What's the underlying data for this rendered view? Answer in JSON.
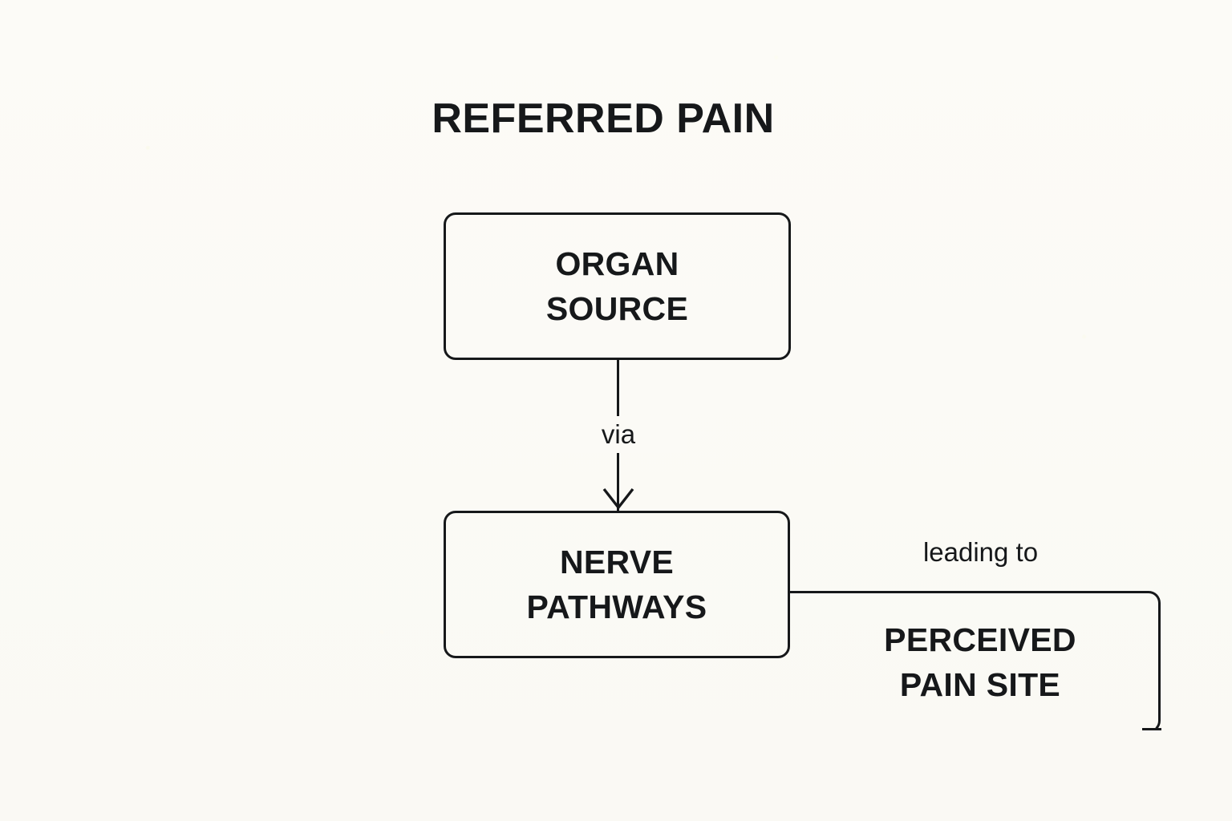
{
  "diagram": {
    "title": "REFERRED PAIN",
    "type": "flowchart",
    "background_color": "#fbfaf6",
    "stroke_color": "#16181a",
    "text_color": "#16181a",
    "nodes": [
      {
        "id": "organ-source",
        "label": "ORGAN\nSOURCE",
        "shape": "rounded-rectangle",
        "complete": true
      },
      {
        "id": "nerve-pathways",
        "label": "NERVE\nPATHWAYS",
        "shape": "rounded-rectangle",
        "complete": true
      },
      {
        "id": "perceived-pain-site",
        "label": "PERCEIVED\nPAIN SITE",
        "shape": "rounded-rectangle-clipped",
        "complete": false
      }
    ],
    "edges": [
      {
        "id": "organ-to-nerve",
        "from": "organ-source",
        "to": "nerve-pathways",
        "label": "via",
        "direction": "down",
        "arrowhead": "open-chevron"
      },
      {
        "id": "nerve-to-perceived",
        "from": "nerve-pathways",
        "to": "perceived-pain-site",
        "label": "leading to",
        "direction": "right",
        "arrowhead": "none"
      }
    ]
  }
}
